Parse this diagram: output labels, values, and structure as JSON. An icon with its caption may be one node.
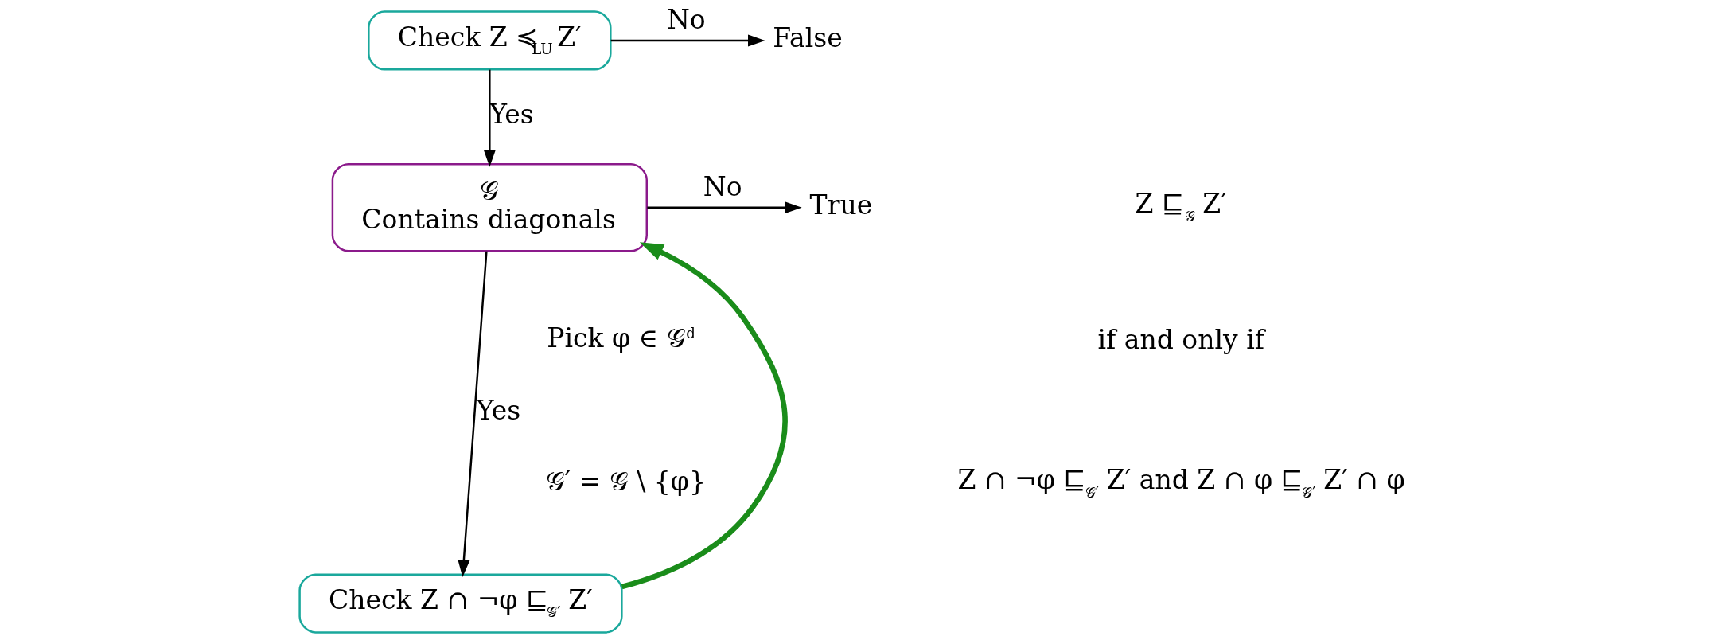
{
  "diagram": {
    "nodes": [
      {
        "text": [
          "Check Z ≼$_{LU}$ Z′"
        ]
      },
      {
        "text": [
          "False"
        ]
      },
      {
        "text": [
          "𝒢",
          "Contains diagonals"
        ]
      },
      {
        "text": [
          "True"
        ]
      },
      {
        "text": [
          "Check Z ∩ ¬φ ⊑$_{𝒢′}$ Z′"
        ]
      }
    ],
    "edges": [
      {
        "from": 0,
        "to": 1,
        "arrow": "to",
        "label": "No"
      },
      {
        "from": 0,
        "to": 2,
        "arrow": "to",
        "label": "Yes"
      },
      {
        "from": 2,
        "to": 3,
        "arrow": "to",
        "label": "No"
      },
      {
        "from": 2,
        "to": 4,
        "arrow": "to",
        "label": "Yes"
      },
      {
        "from": 4,
        "to": 2,
        "arrow": "to",
        "style": "thick",
        "color": "#1a8c1a"
      }
    ],
    "labels": [
      "Pick φ ∈ 𝒢$^{d}$",
      "𝒢′ = 𝒢 \\ {φ}",
      "Z ⊑$_{𝒢}$ Z′",
      "if and only if",
      "Z ∩ ¬φ ⊑$_{𝒢′}$ Z′ and Z ∩ φ ⊑$_{𝒢′}$ Z′ ∩ φ"
    ]
  }
}
